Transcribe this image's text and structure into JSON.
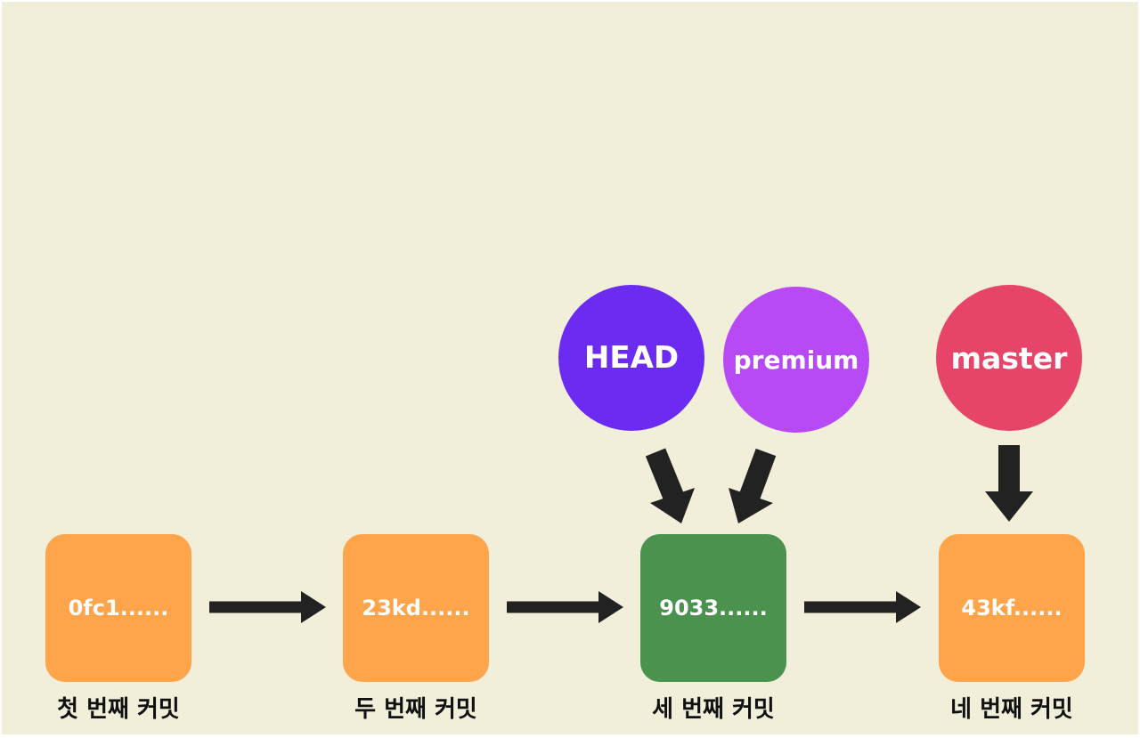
{
  "colors": {
    "background": "#f1eed9",
    "commit_default": "#fea44a",
    "commit_current": "#4a924d",
    "arrow": "#222222",
    "head": "#6c2bf0",
    "premium": "#b84af5",
    "master": "#e64468"
  },
  "commits": [
    {
      "hash": "0fc1......",
      "caption": "첫 번째 커밋"
    },
    {
      "hash": "23kd......",
      "caption": "두 번째 커밋"
    },
    {
      "hash": "9033......",
      "caption": "세 번째 커밋"
    },
    {
      "hash": "43kf......",
      "caption": "네 번째 커밋"
    }
  ],
  "refs": {
    "head": {
      "label": "HEAD",
      "points_to": "9033......"
    },
    "premium": {
      "label": "premium",
      "points_to": "9033......"
    },
    "master": {
      "label": "master",
      "points_to": "43kf......"
    }
  }
}
